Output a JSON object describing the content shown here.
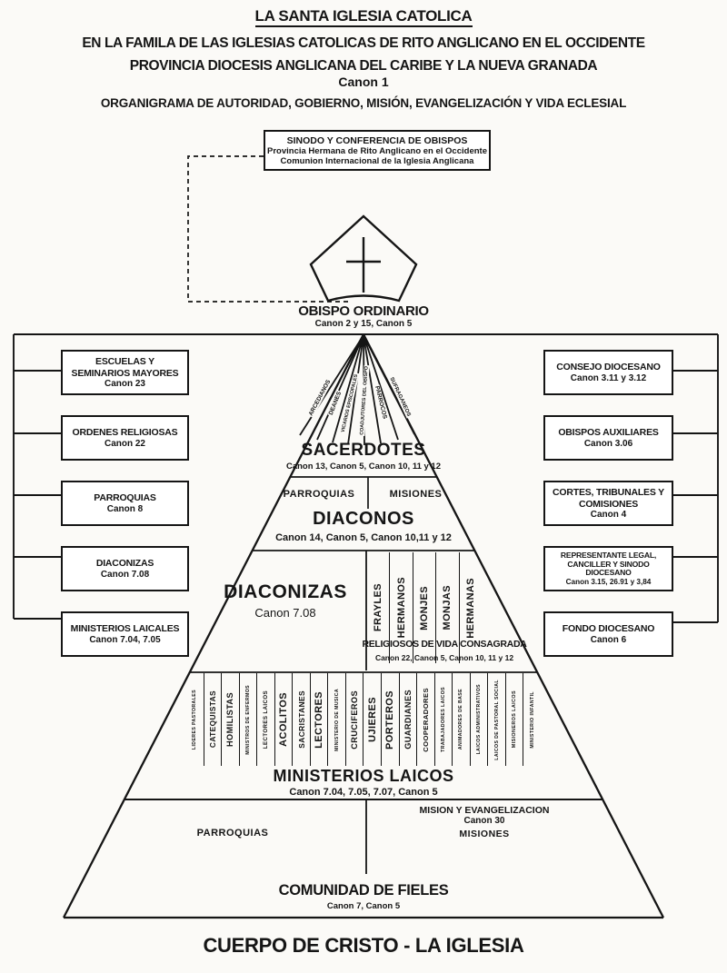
{
  "header": {
    "title": "LA SANTA IGLESIA CATOLICA",
    "subtitle1": "EN LA FAMILA DE LAS IGLESIAS CATOLICAS DE RITO ANGLICANO EN EL OCCIDENTE",
    "subtitle2": "PROVINCIA DIOCESIS ANGLICANA DEL CARIBE Y LA NUEVA GRANADA",
    "canon": "Canon 1",
    "subtitle3": "ORGANIGRAMA DE AUTORIDAD, GOBIERNO, MISIÓN, EVANGELIZACIÓN Y VIDA ECLESIAL"
  },
  "sinodo_box": {
    "line1": "SINODO Y CONFERENCIA DE OBISPOS",
    "line2": "Provincia Hermana de Rito Anglicano en el Occidente",
    "line3": "Comunion Internacional de la Iglesia Anglicana"
  },
  "obispo": {
    "title": "OBISPO ORDINARIO",
    "canon": "Canon 2 y 15, Canon 5"
  },
  "left_boxes": [
    {
      "title": "ESCUELAS Y SEMINARIOS MAYORES",
      "canon": "Canon 23"
    },
    {
      "title": "ORDENES RELIGIOSAS",
      "canon": "Canon 22"
    },
    {
      "title": "PARROQUIAS",
      "canon": "Canon 8"
    },
    {
      "title": "DIACONIZAS",
      "canon": "Canon 7.08"
    },
    {
      "title": "MINISTERIOS LAICALES",
      "canon": "Canon 7.04, 7.05"
    }
  ],
  "right_boxes": [
    {
      "title": "CONSEJO DIOCESANO",
      "canon": "Canon 3.11 y 3.12"
    },
    {
      "title": "OBISPOS AUXILIARES",
      "canon": "Canon 3.06"
    },
    {
      "title": "CORTES, TRIBUNALES Y COMISIONES",
      "canon": "Canon 4"
    },
    {
      "title": "REPRESENTANTE LEGAL, CANCILLER Y SINODO DIOCESANO",
      "canon": "Canon 3.15, 26.91 y 3,84"
    },
    {
      "title": "FONDO DIOCESANO",
      "canon": "Canon 6"
    }
  ],
  "pyramid": {
    "fan_labels": [
      "ARCEDIANOS",
      "DEANES",
      "VICARIOS EPISCOPALES",
      "COADJUTORES DEL OBISPO",
      "PARROCOS",
      "SUFRAGANEOS"
    ],
    "sacerdotes": {
      "title": "SACERDOTES",
      "canon": "Canon 13, Canon 5, Canon 10, 11 y 12"
    },
    "row2": {
      "left": "PARROQUIAS",
      "right": "MISIONES"
    },
    "diaconos": {
      "title": "DIACONOS",
      "canon": "Canon 14, Canon 5, Canon 10,11 y 12"
    },
    "diaconizas": {
      "title": "DIACONIZAS",
      "canon": "Canon 7.08"
    },
    "religiosos_columns": [
      "FRAYLES",
      "HERMANOS",
      "MONJES",
      "MONJAS",
      "HERMANAS"
    ],
    "religiosos": {
      "title": "RELIGIOSOS DE VIDA CONSAGRADA",
      "canon": "Canon 22, Canon 5, Canon 10, 11 y 12"
    },
    "laicos_columns": [
      "LIDERES PASTORALES",
      "CATEQUISTAS",
      "HOMILISTAS",
      "MINISTROS DE ENFERMOS",
      "LECTORES LAICOS",
      "ACOLITOS",
      "SACRISTANES",
      "LECTORES",
      "MINISTERIO DE MUSICA",
      "CRUCIFEROS",
      "UJIERES",
      "PORTEROS",
      "GUARDIANES",
      "COOPERADORES",
      "TRABAJADORES LAICOS",
      "ANIMADORES DE BASE",
      "LAICOS ADMINISTRATIVOS",
      "LAICOS DE PASTORAL SOCIAL",
      "MISIONEROS LAICOS",
      "MINISTERIO INFANTIL"
    ],
    "ministerios_laicos": {
      "title": "MINISTERIOS LAICOS",
      "canon": "Canon 7.04, 7.05, 7.07, Canon 5"
    },
    "bottom_left": "PARROQUIAS",
    "mision": {
      "title": "MISION Y EVANGELIZACION",
      "canon": "Canon 30",
      "sub": "MISIONES"
    },
    "comunidad": {
      "title": "COMUNIDAD DE FIELES",
      "canon": "Canon 7, Canon 5"
    }
  },
  "footer": {
    "title": "CUERPO DE CRISTO - LA IGLESIA"
  },
  "colors": {
    "ink": "#151515",
    "paper": "#fbfaf7"
  }
}
